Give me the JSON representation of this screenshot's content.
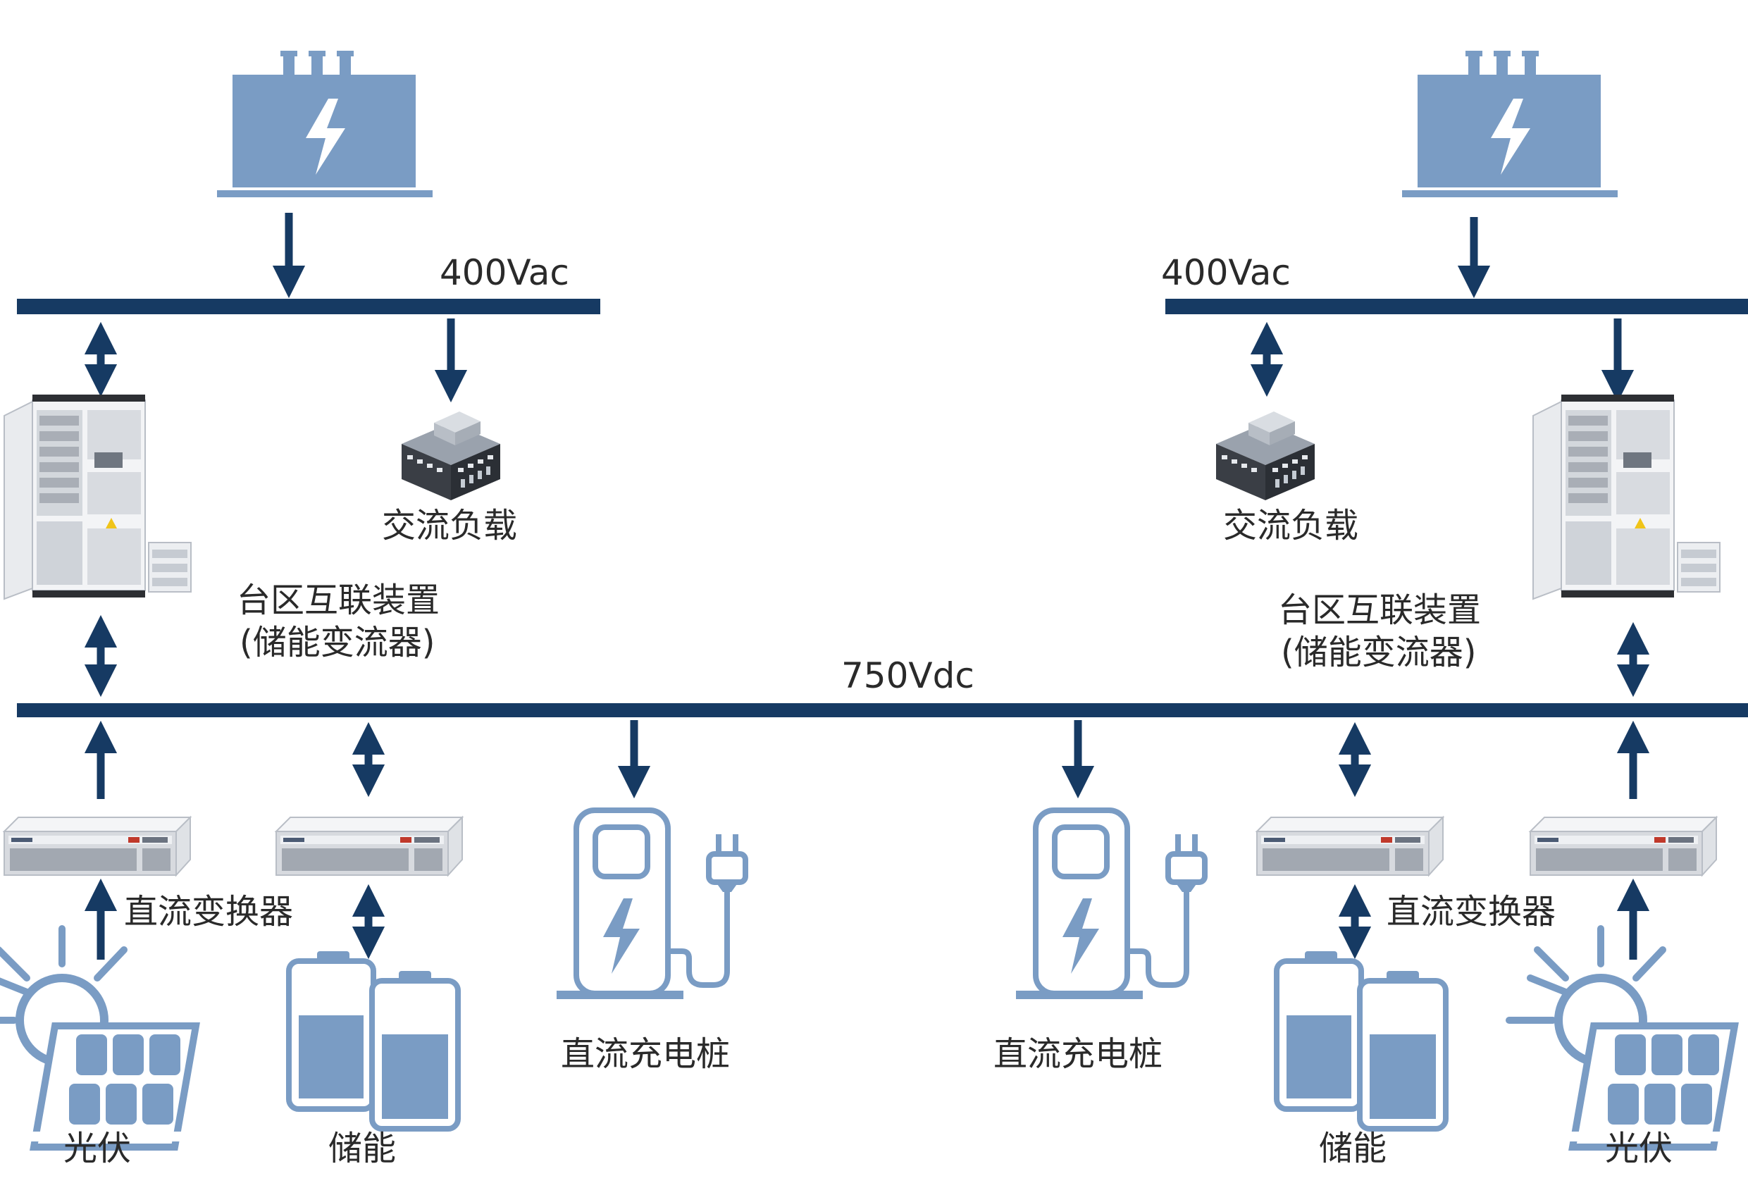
{
  "buses": {
    "ac_left_label": "400Vac",
    "ac_right_label": "400Vac",
    "dc_label": "750Vdc"
  },
  "labels": {
    "ac_load_left": "交流负载",
    "ac_load_right": "交流负载",
    "interconnect_left_line1": "台区互联装置",
    "interconnect_left_line2": "(储能变流器)",
    "interconnect_right_line1": "台区互联装置",
    "interconnect_right_line2": "(储能变流器)",
    "dc_converter_left": "直流变换器",
    "dc_converter_right": "直流变换器",
    "charger_left": "直流充电桩",
    "charger_right": "直流充电桩",
    "pv_left": "光伏",
    "pv_right": "光伏",
    "storage_left": "储能",
    "storage_right": "储能"
  },
  "colors": {
    "bus": "#163a63",
    "icon_fill": "#7a9cc4",
    "icon_stroke": "#7a9cc4"
  }
}
